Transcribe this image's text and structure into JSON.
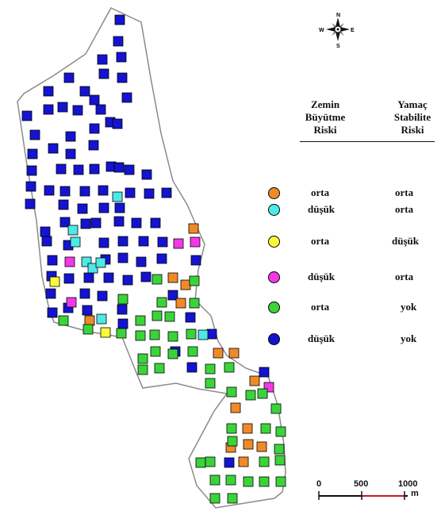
{
  "compass": {
    "n": "N",
    "s": "S",
    "e": "E",
    "w": "W",
    "icon": "north-arrow-icon"
  },
  "legend": {
    "header_col1": [
      "Zemin",
      "Büyütme",
      "Riski"
    ],
    "header_col2": [
      "Yamaç",
      "Stabilite",
      "Riski"
    ],
    "rows": [
      {
        "color": "#f08a28",
        "zemin": "orta",
        "yamac": "orta"
      },
      {
        "color": "#4ee8e8",
        "zemin": "düşük",
        "yamac": "orta"
      },
      {
        "color": "#fafa3a",
        "zemin": "orta",
        "yamac": "düşük"
      },
      {
        "color": "#f238e8",
        "zemin": "düşük",
        "yamac": "orta"
      },
      {
        "color": "#3ad43a",
        "zemin": "orta",
        "yamac": "yok"
      },
      {
        "color": "#1414d0",
        "zemin": "düşük",
        "yamac": "yok"
      }
    ]
  },
  "scale_bar": {
    "labels": [
      "0",
      "500",
      "1000"
    ],
    "unit": "m"
  },
  "colors": {
    "orange": "#f08a28",
    "cyan": "#4ee8e8",
    "yellow": "#fafa3a",
    "magenta": "#f238e8",
    "green": "#3ad43a",
    "blue": "#1414d0",
    "boundary": "#8a8a8a",
    "scale_red": "#d01818"
  }
}
